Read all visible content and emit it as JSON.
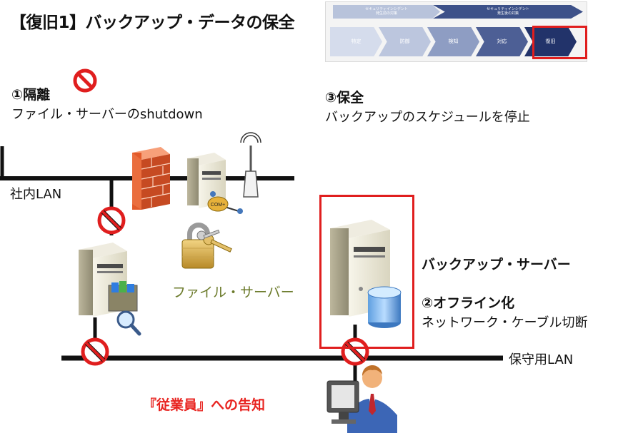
{
  "title": "【復旧1】バックアップ・データの保全",
  "banner": {
    "phases": [
      "セキュリティインシデント\n発生前の対策",
      "セキュリティインシデント\n発生後の対策"
    ],
    "steps": [
      "特定",
      "防御",
      "検知",
      "対応",
      "復旧"
    ]
  },
  "step1": {
    "heading": "①隔離",
    "desc": "ファイル・サーバーのshutdown"
  },
  "step2": {
    "heading": "②オフライン化",
    "desc": "ネットワーク・ケーブル切断"
  },
  "step3": {
    "heading": "③保全",
    "desc": "バックアップのスケジュールを停止"
  },
  "labels": {
    "internal_lan": "社内LAN",
    "file_server": "ファイル・サーバー",
    "backup_server": "バックアップ・サーバー",
    "backup_lan": "保守用LAN",
    "notice": "『従業員』への告知",
    "com_badge": "COM+"
  },
  "icons": [
    "prohibited-icon",
    "firewall-icon",
    "server-icon",
    "antenna-icon",
    "padlock-keys-icon",
    "database-icon",
    "employee-icon"
  ],
  "colors": {
    "accent_red": "#e01e1e",
    "notice_red": "#e8231f",
    "file_server_label": "#6b7a2a",
    "banner_dark": "#22336a"
  }
}
